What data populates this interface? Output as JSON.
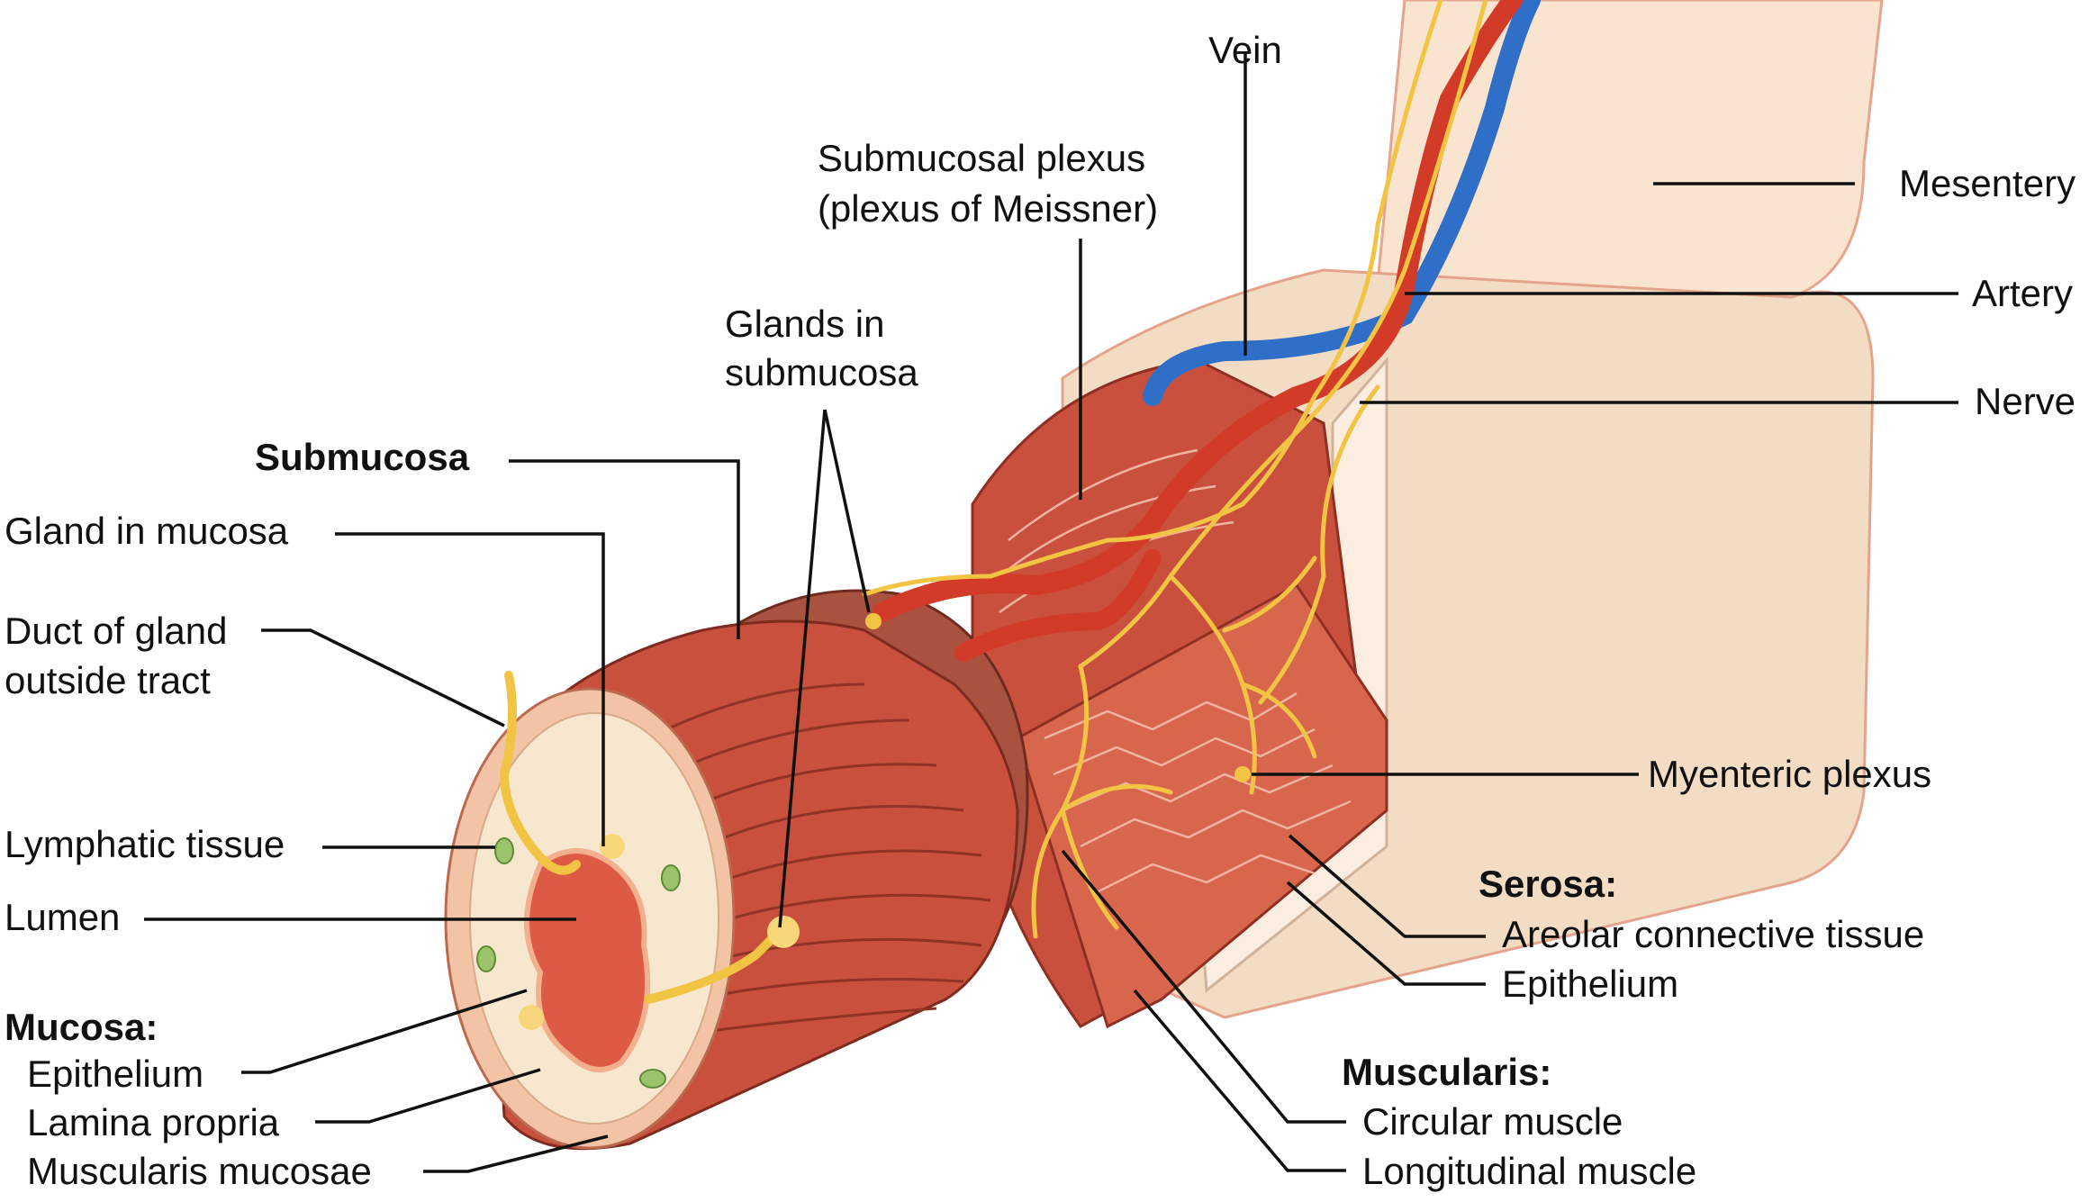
{
  "colors": {
    "background": "#ffffff",
    "muscle": "#c9503c",
    "muscle_light": "#e07a5e",
    "serosa": "#f3dcc4",
    "mesentery": "#f8e4cf",
    "artery": "#d23b27",
    "vein": "#2f6fc8",
    "nerve": "#f2c443",
    "lumen": "#dd5a44",
    "lamina": "#f7e7cf",
    "lymphatic": "#9bc46a"
  },
  "labels": {
    "vein": "Vein",
    "submucosal_plexus_1": "Submucosal plexus",
    "submucosal_plexus_2": "(plexus of Meissner)",
    "mesentery": "Mesentery",
    "artery": "Artery",
    "nerve": "Nerve",
    "glands_submucosa_1": "Glands in",
    "glands_submucosa_2": "submucosa",
    "submucosa": "Submucosa",
    "gland_in_mucosa": "Gland in mucosa",
    "duct_1": "Duct of gland",
    "duct_2": "outside tract",
    "lymphatic": "Lymphatic tissue",
    "lumen": "Lumen",
    "mucosa": "Mucosa:",
    "epithelium": "Epithelium",
    "lamina_propria": "Lamina propria",
    "muscularis_mucosae": "Muscularis mucosae",
    "myenteric": "Myenteric plexus",
    "serosa": "Serosa:",
    "areolar": "Areolar connective tissue",
    "serosa_epithelium": "Epithelium",
    "muscularis": "Muscularis:",
    "circular": "Circular muscle",
    "longitudinal": "Longitudinal muscle"
  }
}
